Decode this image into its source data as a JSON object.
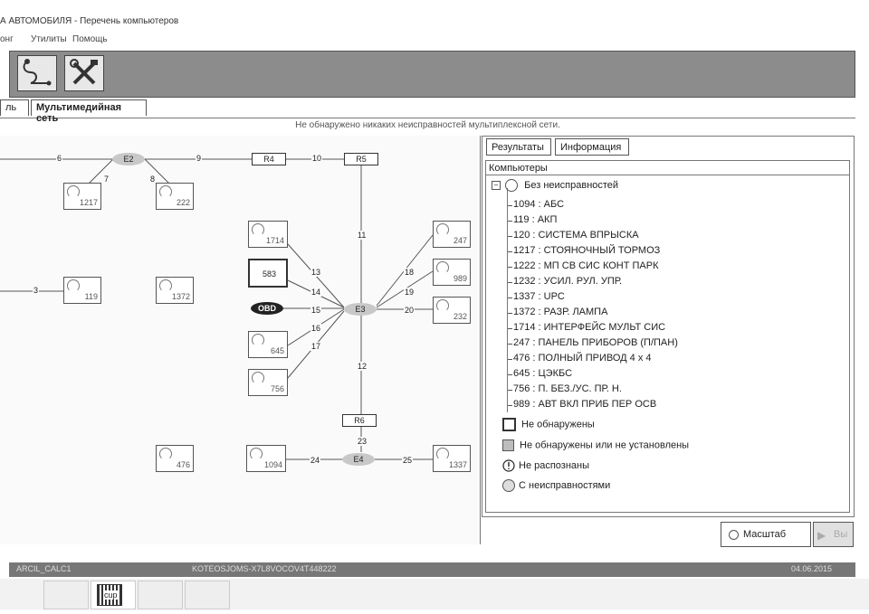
{
  "window": {
    "title": "А АВТОМОБИЛЯ - Перечень компьютеров"
  },
  "menu": {
    "items": [
      "онг",
      "Утилиты",
      "Помощь"
    ]
  },
  "tabs": [
    {
      "label": "ль"
    },
    {
      "label": "Мультимедийная сеть"
    }
  ],
  "status_message": "Не обнаружено никаких неисправностей мультиплексной сети.",
  "diagram": {
    "nodes": [
      {
        "code": "1217",
        "type": "gauge"
      },
      {
        "code": "222",
        "type": "gauge"
      },
      {
        "code": "119",
        "type": "gauge"
      },
      {
        "code": "1372",
        "type": "gauge"
      },
      {
        "code": "476",
        "type": "gauge"
      },
      {
        "code": "1714",
        "type": "gauge"
      },
      {
        "code": "583",
        "type": "plain"
      },
      {
        "code": "645",
        "type": "gauge"
      },
      {
        "code": "756",
        "type": "gauge"
      },
      {
        "code": "1094",
        "type": "gauge"
      },
      {
        "code": "247",
        "type": "gauge"
      },
      {
        "code": "989",
        "type": "gauge"
      },
      {
        "code": "232",
        "type": "gauge"
      },
      {
        "code": "1337",
        "type": "gauge"
      }
    ],
    "relays": [
      "R4",
      "R5",
      "R6"
    ],
    "hubs": [
      "E2",
      "E3",
      "E4"
    ],
    "obd": "OBD",
    "links": [
      "6",
      "7",
      "8",
      "9",
      "10",
      "3",
      "11",
      "12",
      "13",
      "14",
      "15",
      "16",
      "17",
      "18",
      "19",
      "20",
      "23",
      "24",
      "25"
    ]
  },
  "right_panel": {
    "tabs": [
      {
        "label": "Результаты"
      },
      {
        "label": "Информация"
      }
    ],
    "header": "Компьютеры",
    "root": "Без неисправностей",
    "items": [
      "1094 : АБС",
      "119 : АКП",
      "120 : СИСТЕМА ВПРЫСКА",
      "1217 : СТОЯНОЧНЫЙ ТОРМОЗ",
      "1222 : МП СВ СИС КОНТ ПАРК",
      "1232 : УСИЛ. РУЛ. УПР.",
      "1337 : UPC",
      "1372 : РАЗР. ЛАМПА",
      "1714 : ИНТЕРФЕЙС МУЛЬТ СИС",
      "247 : ПАНЕЛЬ ПРИБОРОВ (П/ПАН)",
      "476 : ПОЛНЫЙ ПРИВОД 4 x 4",
      "645 : ЦЭКБС",
      "756 : П. БЕЗ./УС. ПР. Н.",
      "989 : АВТ ВКЛ ПРИБ ПЕР ОСВ"
    ],
    "legend": [
      {
        "label": "Не обнаружены",
        "style": "outline"
      },
      {
        "label": "Не обнаружены или не установлены",
        "style": "filled"
      },
      {
        "label": "Не распознаны",
        "style": "warning"
      },
      {
        "label": "С неисправностями",
        "style": "gauge"
      }
    ]
  },
  "buttons": {
    "scale": "Масштаб",
    "next": "Вы"
  },
  "statusbar": {
    "left": "ARCIL_CALC1",
    "middle": "KOTEOSJOMS-X7L8VOCOV4T448222",
    "right": "04.06.2015"
  },
  "taskbar": {
    "icon_label": "cup"
  }
}
